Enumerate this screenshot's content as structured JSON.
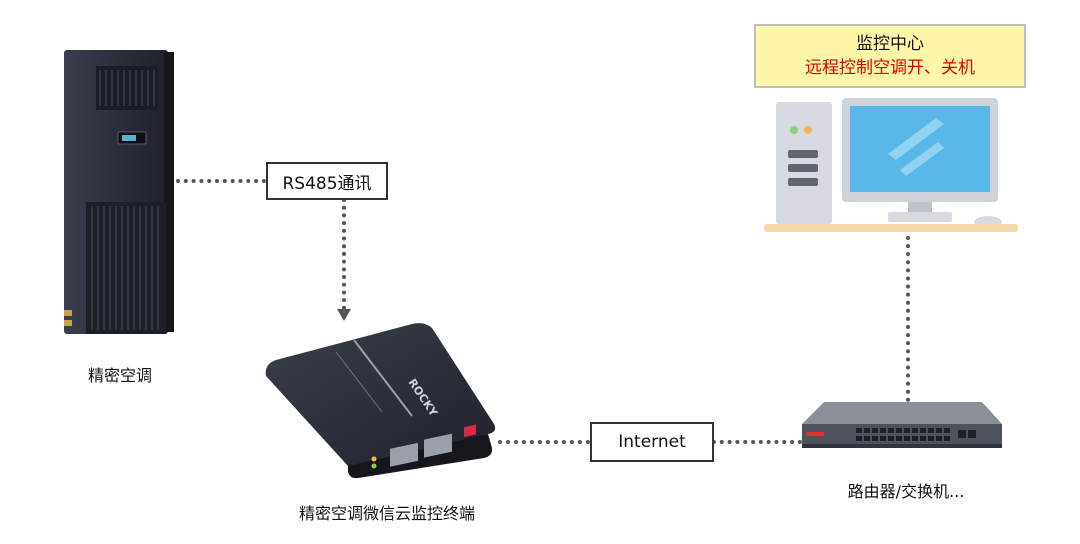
{
  "nodes": {
    "ac_unit": {
      "label": "精密空调"
    },
    "terminal": {
      "label": "精密空调微信云监控终端",
      "device_text": "ROCKY"
    },
    "router": {
      "label": "路由器/交换机..."
    },
    "monitor_center": {
      "title": "监控中心",
      "subtitle": "远程控制空调开、关机"
    }
  },
  "links": {
    "rs485": {
      "label": "RS485通讯"
    },
    "internet": {
      "label": "Internet"
    }
  },
  "colors": {
    "highlight_text": "#e00000",
    "monitor_box_fill": "#fff7a8",
    "connector_line": "#555555"
  }
}
